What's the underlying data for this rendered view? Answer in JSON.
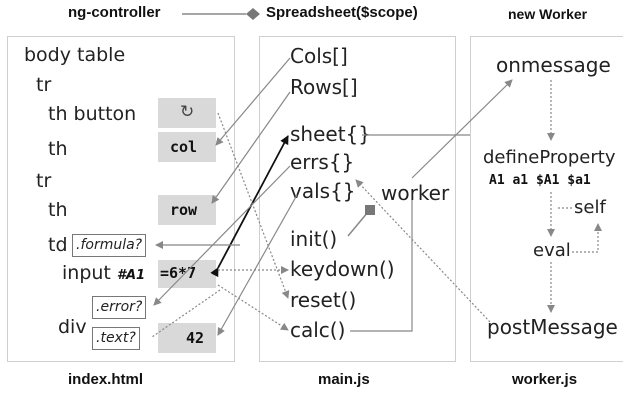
{
  "header": {
    "left": "ng-controller",
    "middle": "Spreadsheet($scope)",
    "right": "new Worker"
  },
  "footer": {
    "index": "index.html",
    "main": "main.js",
    "worker": "worker.js"
  },
  "index_panel": {
    "body_table": "body table",
    "tr1": "tr",
    "th_button": "th button",
    "button_glyph": "↻",
    "th": "th",
    "col": "col",
    "tr2": "tr",
    "th2": "th",
    "row": "row",
    "td": "td",
    "formula": ".formula?",
    "input": "input",
    "input_id": "#A1",
    "input_value": "=6*7",
    "div": "div",
    "error": ".error?",
    "text": ".text?",
    "value": "42"
  },
  "main_panel": {
    "cols": "Cols[]",
    "rows": "Rows[]",
    "sheet": "sheet{}",
    "errs": "errs{}",
    "vals": "vals{}",
    "worker": "worker",
    "init": "init()",
    "keydown": "keydown()",
    "reset": "reset()",
    "calc": "calc()"
  },
  "worker_panel": {
    "onmessage": "onmessage",
    "define_property": "defineProperty",
    "props": "A1 a1 $A1 $a1",
    "self": "self",
    "eval": "eval",
    "post_message": "postMessage"
  }
}
